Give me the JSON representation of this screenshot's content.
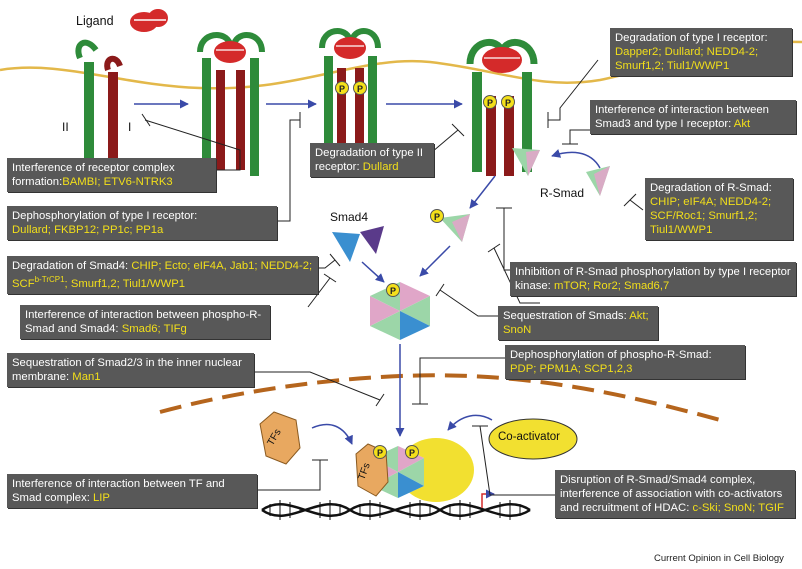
{
  "labels": {
    "ligand": "Ligand",
    "receptor_II": "II",
    "receptor_I": "I",
    "r_smad": "R-Smad",
    "smad4": "Smad4",
    "tfs_1": "TFs",
    "tfs_2": "TFs",
    "coactivator": "Co-activator",
    "phospho": "P"
  },
  "boxes": {
    "b1": {
      "text": "Degradation of type I receptor:",
      "hl": "Dapper2; Dullard; NEDD4-2; Smurf1,2; Tiul1/WWP1"
    },
    "b2": {
      "text": "Interference of interaction between Smad3 and type I receptor:",
      "hl": "Akt"
    },
    "b3": {
      "text": "Degradation of type II receptor:",
      "hl": "Dullard"
    },
    "b4": {
      "text": "Degradation of R-Smad:",
      "hl": "CHIP; eIF4A; NEDD4-2; SCF/Roc1; Smurf1,2; Tiul1/WWP1"
    },
    "b5": {
      "text": "Interference of receptor complex formation:",
      "hl": "BAMBI; ETV6-NTRK3"
    },
    "b6": {
      "text": "Dephosphorylation of type I receptor:",
      "hl": "Dullard; FKBP12; PP1c; PP1a"
    },
    "b7": {
      "text": "Degradation of Smad4:",
      "hl_a": "CHIP; Ecto; eIF4A, Jab1; NEDD4-2; SCF",
      "hl_sup": "b-TrCP1",
      "hl_b": "; Smurf1,2; Tiul1/WWP1"
    },
    "b8": {
      "text": "Inhibition of R-Smad phosphorylation by type I receptor kinase:",
      "hl": "mTOR; Ror2; Smad6,7"
    },
    "b9": {
      "text": "Interference of interaction between phospho-R-Smad and Smad4:",
      "hl": "Smad6; TIFg"
    },
    "b10": {
      "text": "Sequestration of Smads:",
      "hl": "Akt; SnoN"
    },
    "b11": {
      "text": "Sequestration of Smad2/3 in the inner nuclear membrane:",
      "hl": "Man1"
    },
    "b12": {
      "text": "Dephosphorylation of phospho-R-Smad:",
      "hl": "PDP; PPM1A; SCP1,2,3"
    },
    "b13": {
      "text": "Interference of interaction between TF and Smad complex:",
      "hl": "LIP"
    },
    "b14": {
      "text": "Disruption of R-Smad/Smad4 complex, interference of association with co-activators and recruitment of HDAC:",
      "hl": "c-Ski; SnoN; TGIF"
    }
  },
  "credit": "Current Opinion in Cell Biology",
  "colors": {
    "box_bg": "#585858",
    "highlight": "#f2df1a",
    "membrane": "#e3b84a",
    "nuclear_membrane": "#b5651d",
    "ligand": "#d42a2a",
    "receptor_II": "#2e8b3a",
    "receptor_I": "#8b1a1a",
    "phospho": "#f4e01a",
    "smad_green": "#9cd6a8",
    "smad_pink": "#e0a6c8",
    "smad4_blue": "#3a8fd0",
    "smad4_purple": "#5a3a8a",
    "arrow": "#3a4aa8",
    "tf": "#e8a860",
    "coactivator": "#f2e030"
  }
}
